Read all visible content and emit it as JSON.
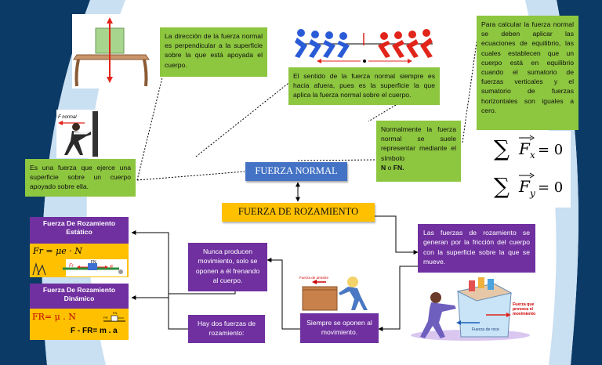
{
  "colors": {
    "navy": "#0b3a66",
    "sky": "#c9dff2",
    "green_box": "#8dc63f",
    "purple_box": "#7030a0",
    "title_blue": "#4472c4",
    "title_gold": "#ffc000",
    "arrow_red": "#e1251b"
  },
  "titles": {
    "main": "FUERZA NORMAL",
    "secondary": "FUERZA DE ROZAMIENTO"
  },
  "normal": {
    "direction": "La dirección de la fuerza normal es perpendicular a la superficie sobre la que está apoyada el cuerpo.",
    "sense": "El sentido de la fuerza normal siempre es hacia afuera, pues es la superficie la que aplica la fuerza normal sobre el cuerpo.",
    "symbol_text": "Normalmente la fuerza normal se suele representar mediante el símbolo",
    "symbol_n": "N",
    "symbol_or": "o",
    "symbol_fn": "FN.",
    "definition": "Es una fuerza que ejerce una superficie sobre un cuerpo apoyado sobre ella.",
    "equilibrium": "Para calcular la fuerza normal se deben aplicar las ecuaciones de equilibrio, las cuales establecen que un cuerpo está en equilibrio cuando el sumatorio de fuerzas verticales y el sumatorio de fuerzas horizontales son iguales a cero.",
    "eq_x": "x",
    "eq_y": "y",
    "eq_zero": "= 0",
    "figure_label": "F normal"
  },
  "friction": {
    "generated": "Las fuerzas de rozamiento se generan por la fricción del cuerpo con la superficie sobre la que se mueve.",
    "oppose": "Siempre se oponen al movimiento.",
    "two_types": "Hay dos fuerzas de rozamiento:",
    "no_motion": "Nunca producen movimiento, solo se oponen a él frenando al cuerpo.",
    "static_title": "Fuerza De Rozamiento Estático",
    "static_formula": "Fr = μe · N",
    "static_fr": "Fr",
    "static_fn": "FN",
    "static_f": "F",
    "dynamic_title": "Fuerza De Rozamiento Dinámico",
    "dynamic_formula1": "FR= μ . N",
    "dynamic_formula2": "F - FR= m . a",
    "dynamic_small_fn": "FN",
    "dynamic_small_fr": "FR",
    "box_figure_label": "Fuerza de arrastre",
    "pushing_label1": "Fuerza que provoca el movimiento",
    "pushing_label2": "Fuerza de roce"
  }
}
